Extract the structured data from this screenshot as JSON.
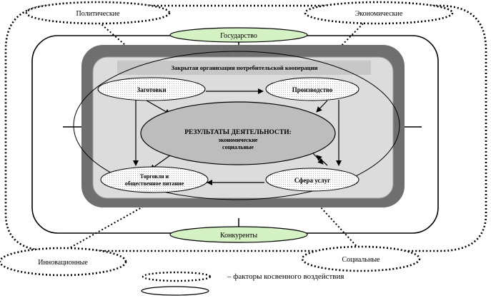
{
  "external_factors": {
    "political": "Политические",
    "economic": "Экономические",
    "innovation": "Инновационные",
    "social": "Социальные"
  },
  "environment": {
    "state": "Государство",
    "competitors": "Конкуренты"
  },
  "organization": {
    "title": "Закрытая организация потребительской кооперации",
    "procurement": "Заготовки",
    "production": "Производство",
    "trade": "Торговля и общественное питание",
    "services": "Сфера услуг",
    "results_title": "РЕЗУЛЬТАТЫ ДЕЯТЕЛЬНОСТИ:",
    "results_line1": "экономические",
    "results_line2": "социальные"
  },
  "legend": {
    "text": "– факторы косвенного воздействия"
  },
  "colors": {
    "green_fill": "#d4f2c4",
    "outer_shadow": "#6f6f6f",
    "inner_panel": "#dcdcdc",
    "title_bar": "#c7c7c7",
    "results_fill": "#bdbdbd",
    "dotted_fill": "#f2f2f2"
  }
}
